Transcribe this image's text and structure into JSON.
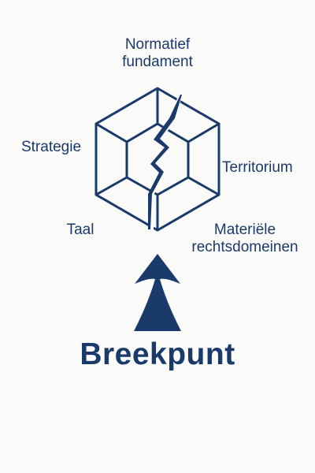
{
  "labels": {
    "top": [
      "Normatief",
      "fundament"
    ],
    "left": "Strategie",
    "right": "Territorium",
    "bottom_left": "Taal",
    "bottom_right": [
      "Materiële",
      "rechtsdomeinen"
    ]
  },
  "title": "Breekpunt",
  "colors": {
    "primary": "#1a3a6b",
    "background": "#fbfbf9"
  },
  "icons": {
    "arrow": "up-arrow-icon",
    "crack": "crack-icon"
  }
}
